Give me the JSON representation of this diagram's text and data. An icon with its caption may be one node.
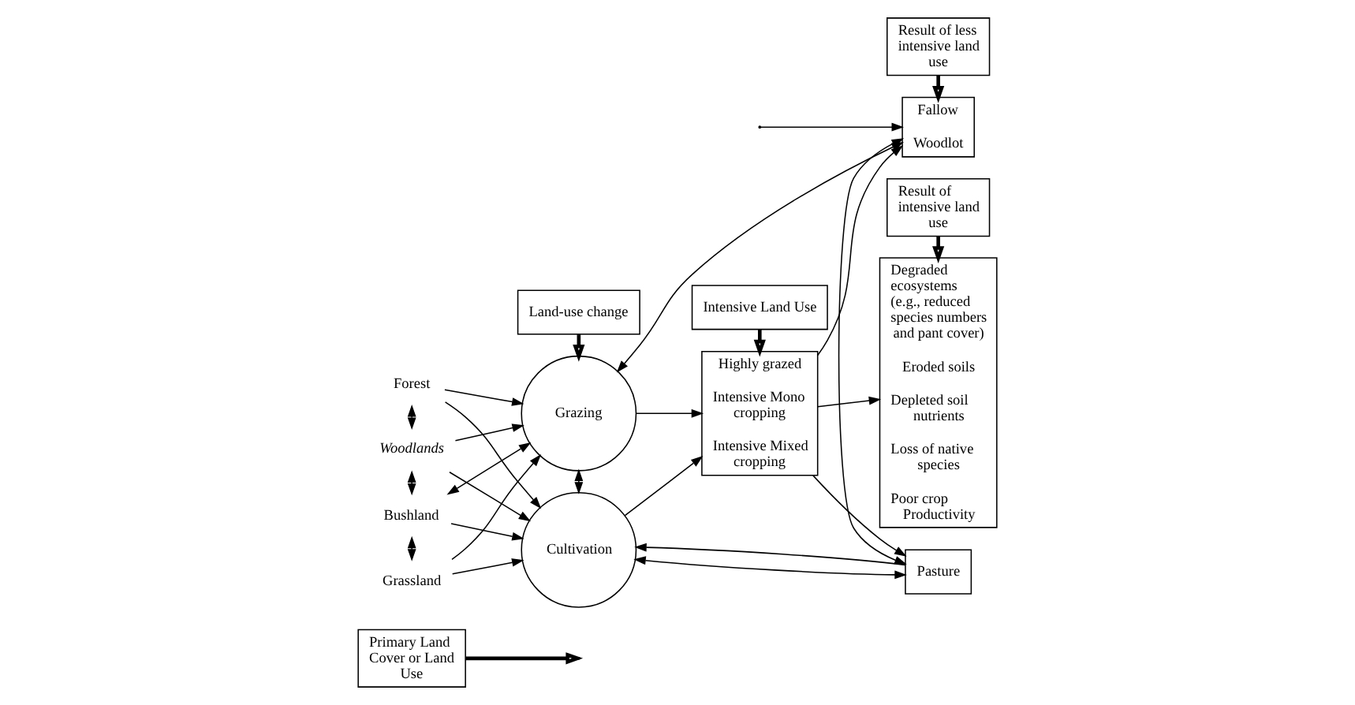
{
  "diagram": {
    "nodes": [
      {
        "text": [
          "Primary Land Cover or Land Use"
        ]
      },
      {
        "text": [
          "Land-use change"
        ]
      },
      {
        "text": [
          "Intensive Land Use"
        ]
      },
      {
        "text": [
          "Result of less intensive land use"
        ]
      },
      {
        "text": [
          "Result of intensive land use"
        ]
      },
      {
        "text": [
          "Forest"
        ]
      },
      {
        "text": [
          "Woodlands"
        ]
      },
      {
        "text": [
          "Bushland"
        ]
      },
      {
        "text": [
          "Grassland"
        ]
      },
      {
        "text": [
          "Grazing"
        ]
      },
      {
        "text": [
          "Cultivation"
        ]
      },
      {
        "text": [
          "Highly grazed",
          "Intensive Mono cropping",
          "Intensive Mixed cropping"
        ]
      },
      {
        "text": [
          "Fallow",
          "Woodlot"
        ]
      },
      {
        "text": [
          "Pasture"
        ]
      },
      {
        "text": [
          "Degraded ecosystems (e.g., reduced species numbers and pant cover)",
          "Eroded soils",
          "Depleted soil nutrients",
          "Loss of native species",
          "Poor crop Productivity"
        ]
      }
    ],
    "edges": [
      {
        "from": 0,
        "to": null,
        "arrow": "to",
        "style": "thick"
      },
      {
        "from": 1,
        "to": 9,
        "arrow": "to",
        "style": "thick"
      },
      {
        "from": 2,
        "to": 11,
        "arrow": "to",
        "style": "thick"
      },
      {
        "from": 3,
        "to": 12,
        "arrow": "to",
        "style": "thick"
      },
      {
        "from": 4,
        "to": 14,
        "arrow": "to",
        "style": "thick"
      },
      {
        "from": 5,
        "to": 9,
        "arrow": "to"
      },
      {
        "from": 5,
        "to": 10,
        "arrow": "to"
      },
      {
        "from": 5,
        "to": 6,
        "arrow": "both"
      },
      {
        "from": 6,
        "to": 9,
        "arrow": "to"
      },
      {
        "from": 6,
        "to": 10,
        "arrow": "to"
      },
      {
        "from": 6,
        "to": 7,
        "arrow": "both"
      },
      {
        "from": 9,
        "to": 7,
        "arrow": "both"
      },
      {
        "from": 7,
        "to": 10,
        "arrow": "to"
      },
      {
        "from": 7,
        "to": 8,
        "arrow": "both"
      },
      {
        "from": 8,
        "to": 9,
        "arrow": "to"
      },
      {
        "from": 8,
        "to": 10,
        "arrow": "to"
      },
      {
        "from": 9,
        "to": 10,
        "arrow": "both"
      },
      {
        "from": 9,
        "to": 12,
        "arrow": "both"
      },
      {
        "from": 9,
        "to": 11,
        "arrow": "to"
      },
      {
        "from": 11,
        "to": 12,
        "arrow": "to"
      },
      {
        "from": 10,
        "to": 11,
        "arrow": "to"
      },
      {
        "from": 11,
        "to": 13,
        "arrow": "to"
      },
      {
        "from": 10,
        "to": 13,
        "arrow": "both"
      },
      {
        "from": 13,
        "to": 10,
        "arrow": "to"
      },
      {
        "from": 12,
        "to": 13,
        "arrow": "both"
      },
      {
        "from": null,
        "to": 12,
        "arrow": "to"
      },
      {
        "from": 11,
        "to": 14,
        "arrow": "to"
      }
    ]
  }
}
